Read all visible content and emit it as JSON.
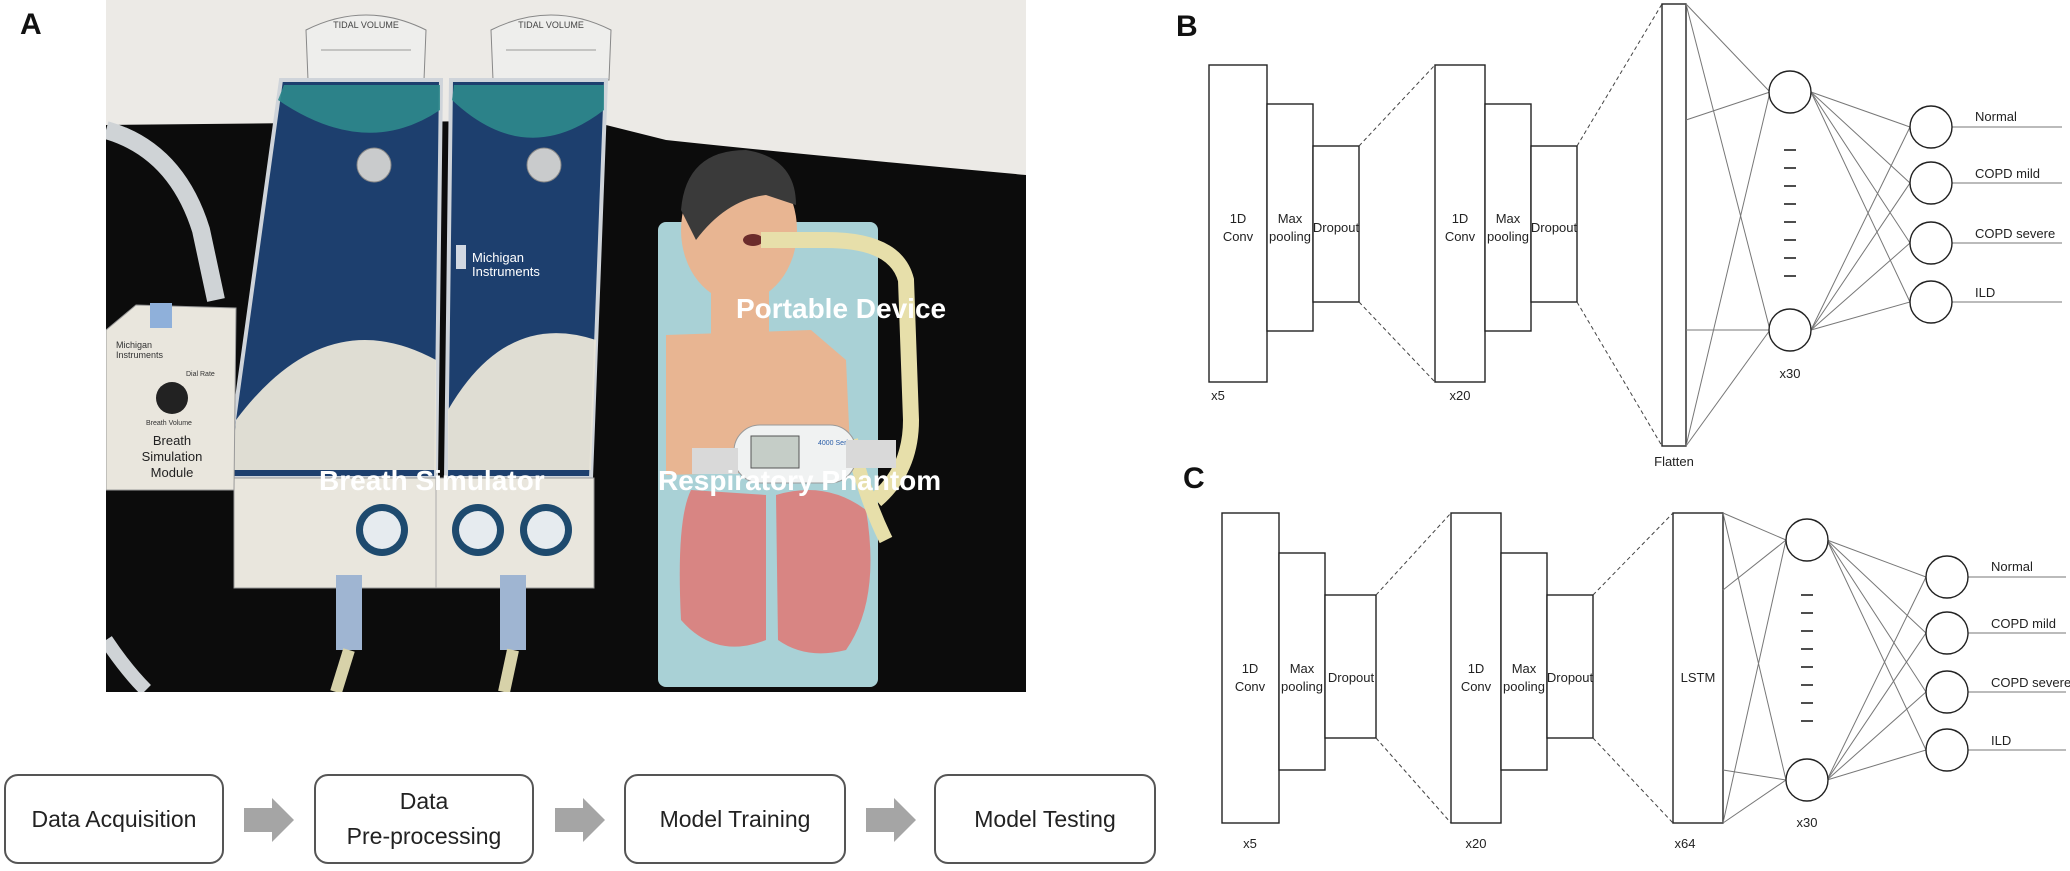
{
  "panels": {
    "a": "A",
    "b": "B",
    "c": "C"
  },
  "photo": {
    "overlay_labels": {
      "breath_simulator": "Breath Simulator",
      "respiratory_phantom": "Respiratory Phantom",
      "portable_device": "Portable Device"
    },
    "device_text": {
      "brand_line1": "Michigan",
      "brand_line2": "Instruments",
      "module_line1": "Breath",
      "module_line2": "Simulation",
      "module_line3": "Module",
      "module_knob": "Breath Volume",
      "module_top1": "Michigan",
      "module_top2": "Instruments",
      "module_dial": "Dial Rate",
      "dial_card": "TIDAL VOLUME",
      "device_series": "4000 Series"
    }
  },
  "pipeline": {
    "steps": [
      {
        "line1": "Data Acquisition",
        "line2": ""
      },
      {
        "line1": "Data",
        "line2": "Pre-processing"
      },
      {
        "line1": "Model Training",
        "line2": ""
      },
      {
        "line1": "Model Testing",
        "line2": ""
      }
    ]
  },
  "model_b": {
    "block1": {
      "conv": [
        "1D",
        "Conv"
      ],
      "pool": [
        "Max",
        "pooling"
      ],
      "drop": "Dropout",
      "mult": "x5"
    },
    "block2": {
      "conv": [
        "1D",
        "Conv"
      ],
      "pool": [
        "Max",
        "pooling"
      ],
      "drop": "Dropout",
      "mult": "x20"
    },
    "flatten": "Flatten",
    "hidden_mult": "x30",
    "outputs": [
      "Normal",
      "COPD mild",
      "COPD severe",
      "ILD"
    ]
  },
  "model_c": {
    "block1": {
      "conv": [
        "1D",
        "Conv"
      ],
      "pool": [
        "Max",
        "pooling"
      ],
      "drop": "Dropout",
      "mult": "x5"
    },
    "block2": {
      "conv": [
        "1D",
        "Conv"
      ],
      "pool": [
        "Max",
        "pooling"
      ],
      "drop": "Dropout",
      "mult": "x20"
    },
    "lstm": "LSTM",
    "lstm_mult": "x64",
    "hidden_mult": "x30",
    "outputs": [
      "Normal",
      "COPD mild",
      "COPD severe",
      "ILD"
    ]
  },
  "colors": {
    "simulator_blue": "#1d3f6e",
    "teal": "#2f8a8c",
    "table": "#0c0c0c",
    "skin": "#e8b592",
    "lung": "#d88583",
    "board": "#a9d1d6",
    "tube": "#e7dfaa",
    "arrow": "#a5a5a5"
  }
}
